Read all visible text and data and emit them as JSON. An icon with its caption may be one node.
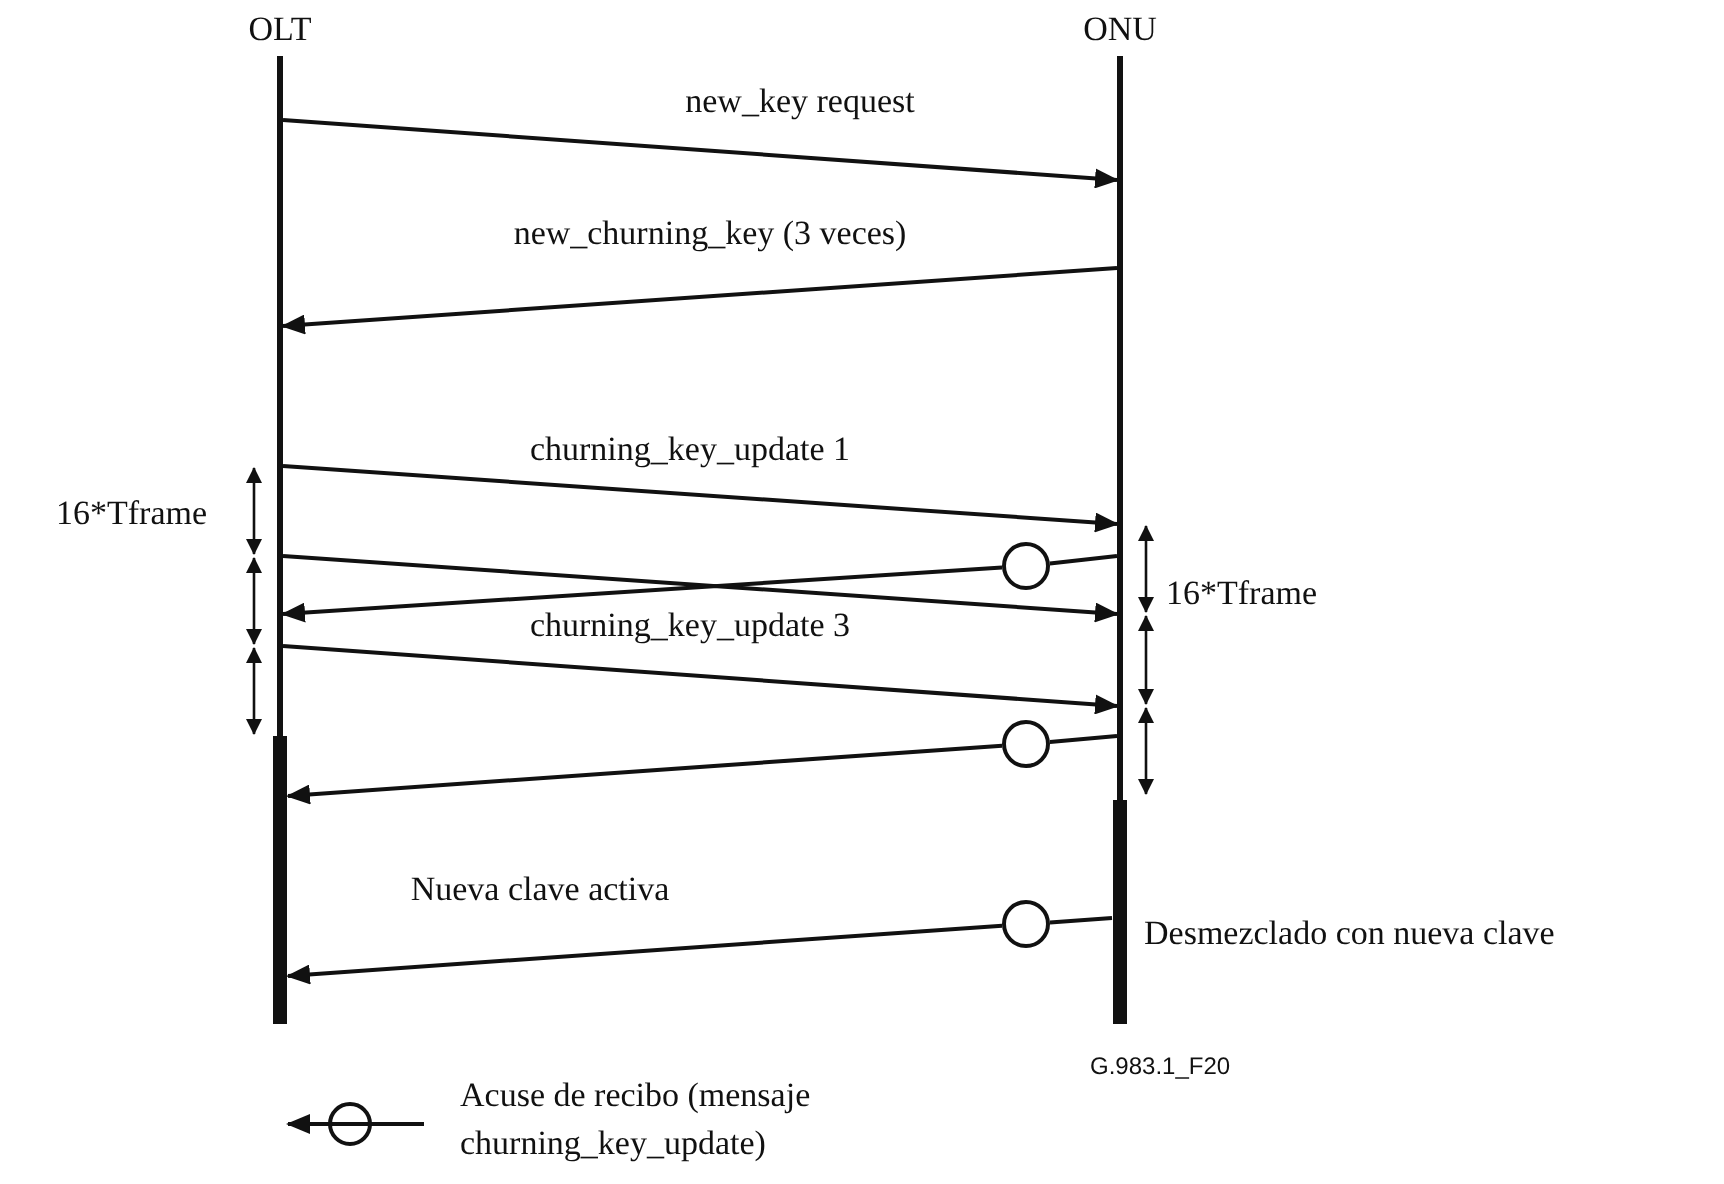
{
  "diagram": {
    "nodes": [
      {
        "text": [
          "OLT"
        ]
      },
      {
        "text": [
          "ONU"
        ]
      },
      {
        "text": [],
        "shape": "circle"
      },
      {
        "text": [],
        "shape": "circle"
      },
      {
        "text": [],
        "shape": "circle"
      }
    ],
    "edges": [
      {
        "from": 0,
        "to": 1,
        "arrow": "to",
        "label": "new_key request"
      },
      {
        "from": 1,
        "to": 0,
        "arrow": "to",
        "label": "new_churning_key (3 veces)"
      },
      {
        "from": 0,
        "to": 1,
        "arrow": "to",
        "label": "churning_key_update 1"
      },
      {
        "from": 0,
        "to": 1,
        "arrow": "to"
      },
      {
        "from": 1,
        "to": 2,
        "arrow": "none"
      },
      {
        "from": 2,
        "to": 0,
        "arrow": "to"
      },
      {
        "from": 0,
        "to": 1,
        "arrow": "to",
        "label": "churning_key_update 3"
      },
      {
        "from": 1,
        "to": 3,
        "arrow": "none"
      },
      {
        "from": 3,
        "to": 0,
        "arrow": "to"
      },
      {
        "from": 1,
        "to": 4,
        "arrow": "none"
      },
      {
        "from": 4,
        "to": 0,
        "arrow": "to",
        "label": "Nueva clave activa"
      }
    ],
    "labels": [
      "16*Tframe",
      "16*Tframe",
      "Desmezclado con nueva clave",
      "G.983.1_F20"
    ],
    "legend": [
      {
        "text": "Acuse de recibo (mensaje churning_key_update)"
      }
    ]
  }
}
